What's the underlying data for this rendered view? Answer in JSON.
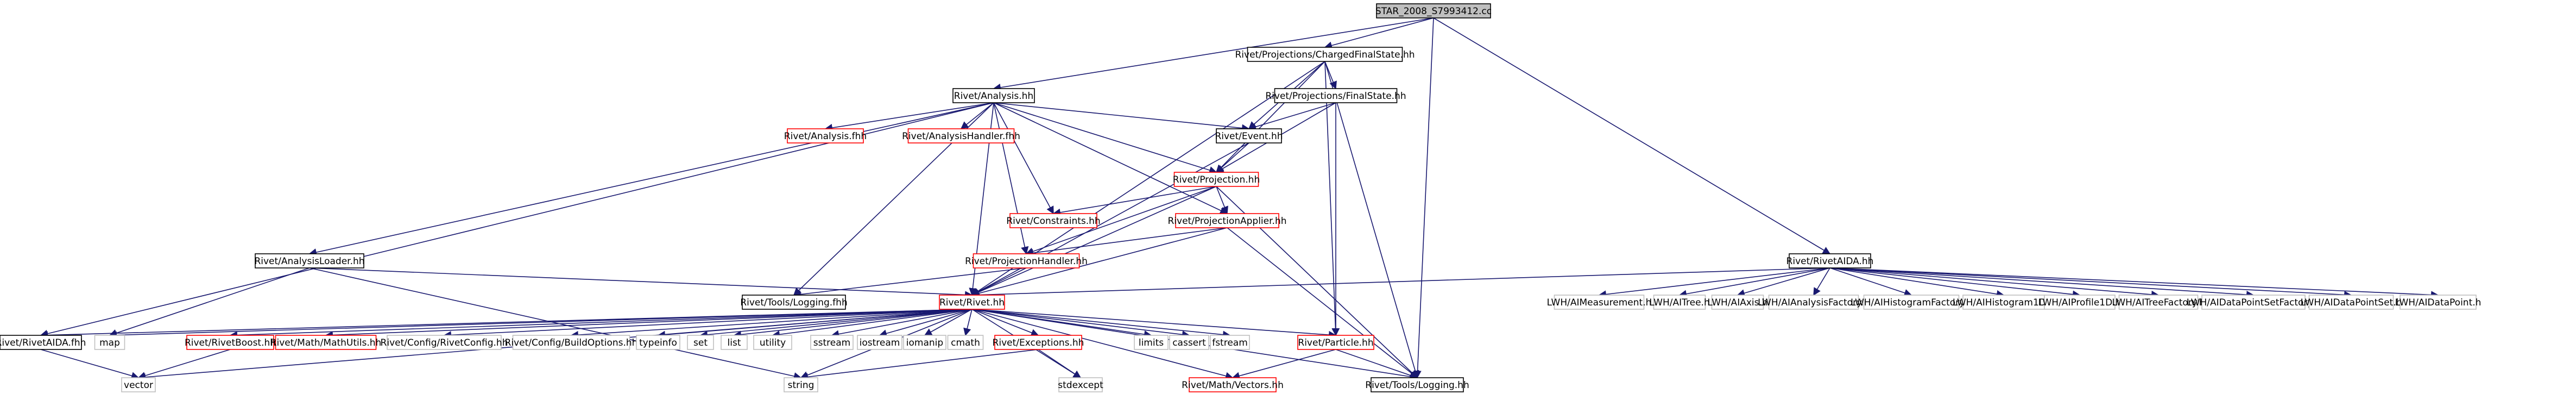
{
  "colors": {
    "edge": "#191970",
    "root_fill": "#bfbfbf",
    "node_border": "#000000",
    "red_border": "#ff0000",
    "ext_border": "#bfbfbf"
  },
  "nodes": [
    {
      "id": "root",
      "label": "STAR_2008_S7993412.cc",
      "kind": "root"
    },
    {
      "id": "cfs",
      "label": "Rivet/Projections/ChargedFinalState.hh",
      "kind": "normal"
    },
    {
      "id": "analysis",
      "label": "Rivet/Analysis.hh",
      "kind": "normal"
    },
    {
      "id": "fs",
      "label": "Rivet/Projections/FinalState.hh",
      "kind": "normal"
    },
    {
      "id": "ranalysis",
      "label": "Rivet/Analysis.fhh",
      "kind": "red"
    },
    {
      "id": "ahandler",
      "label": "Rivet/AnalysisHandler.fhh",
      "kind": "red"
    },
    {
      "id": "event",
      "label": "Rivet/Event.hh",
      "kind": "normal"
    },
    {
      "id": "proj",
      "label": "Rivet/Projection.hh",
      "kind": "red"
    },
    {
      "id": "constraints",
      "label": "Rivet/Constraints.hh",
      "kind": "red"
    },
    {
      "id": "papplier",
      "label": "Rivet/ProjectionApplier.hh",
      "kind": "red"
    },
    {
      "id": "phandler",
      "label": "Rivet/ProjectionHandler.hh",
      "kind": "red"
    },
    {
      "id": "aloader",
      "label": "Rivet/AnalysisLoader.hh",
      "kind": "normal"
    },
    {
      "id": "toolslogfhh",
      "label": "Rivet/Tools/Logging.fhh",
      "kind": "normal"
    },
    {
      "id": "rivet",
      "label": "Rivet/Rivet.hh",
      "kind": "red"
    },
    {
      "id": "rivetaidafhh",
      "label": "Rivet/RivetAIDA.fhh",
      "kind": "normal"
    },
    {
      "id": "map",
      "label": "map",
      "kind": "ext"
    },
    {
      "id": "boost",
      "label": "Rivet/RivetBoost.hh",
      "kind": "red"
    },
    {
      "id": "mathutils",
      "label": "Rivet/Math/MathUtils.hh",
      "kind": "red"
    },
    {
      "id": "rivetconfig",
      "label": "Rivet/Config/RivetConfig.hh",
      "kind": "ext"
    },
    {
      "id": "buildopts",
      "label": "Rivet/Config/BuildOptions.hh",
      "kind": "ext"
    },
    {
      "id": "typeinfo",
      "label": "typeinfo",
      "kind": "ext"
    },
    {
      "id": "set",
      "label": "set",
      "kind": "ext"
    },
    {
      "id": "list",
      "label": "list",
      "kind": "ext"
    },
    {
      "id": "utility",
      "label": "utility",
      "kind": "ext"
    },
    {
      "id": "sstream",
      "label": "sstream",
      "kind": "ext"
    },
    {
      "id": "iostream",
      "label": "iostream",
      "kind": "ext"
    },
    {
      "id": "iomanip",
      "label": "iomanip",
      "kind": "ext"
    },
    {
      "id": "cmath",
      "label": "cmath",
      "kind": "ext"
    },
    {
      "id": "exceptions",
      "label": "Rivet/Exceptions.hh",
      "kind": "red"
    },
    {
      "id": "limits",
      "label": "limits",
      "kind": "ext"
    },
    {
      "id": "cassert",
      "label": "cassert",
      "kind": "ext"
    },
    {
      "id": "fstream",
      "label": "fstream",
      "kind": "ext"
    },
    {
      "id": "particle",
      "label": "Rivet/Particle.hh",
      "kind": "red"
    },
    {
      "id": "vector",
      "label": "vector",
      "kind": "ext"
    },
    {
      "id": "string",
      "label": "string",
      "kind": "ext"
    },
    {
      "id": "stdexcept",
      "label": "stdexcept",
      "kind": "ext"
    },
    {
      "id": "mathvectors",
      "label": "Rivet/Math/Vectors.hh",
      "kind": "red"
    },
    {
      "id": "toolslog",
      "label": "Rivet/Tools/Logging.hh",
      "kind": "normal"
    },
    {
      "id": "rivetaida",
      "label": "Rivet/RivetAIDA.hh",
      "kind": "normal"
    },
    {
      "id": "imeas",
      "label": "LWH/AIMeasurement.h",
      "kind": "ext"
    },
    {
      "id": "itree",
      "label": "LWH/AITree.h",
      "kind": "ext"
    },
    {
      "id": "iaxis",
      "label": "LWH/AIAxis.h",
      "kind": "ext"
    },
    {
      "id": "ianfac",
      "label": "LWH/AIAnalysisFactory.h",
      "kind": "ext"
    },
    {
      "id": "ihistfac",
      "label": "LWH/AIHistogramFactory.h",
      "kind": "ext"
    },
    {
      "id": "ihist1d",
      "label": "LWH/AIHistogram1D.h",
      "kind": "ext"
    },
    {
      "id": "iprof1d",
      "label": "LWH/AIProfile1D.h",
      "kind": "ext"
    },
    {
      "id": "itreefac",
      "label": "LWH/AITreeFactory.h",
      "kind": "ext"
    },
    {
      "id": "idpsfac",
      "label": "LWH/AIDataPointSetFactory.h",
      "kind": "ext"
    },
    {
      "id": "idps",
      "label": "LWH/AIDataPointSet.h",
      "kind": "ext"
    },
    {
      "id": "idp",
      "label": "LWH/AIDataPoint.h",
      "kind": "ext"
    }
  ],
  "edges": [
    [
      "root",
      "cfs"
    ],
    [
      "root",
      "analysis"
    ],
    [
      "root",
      "rivetaida"
    ],
    [
      "root",
      "toolslog"
    ],
    [
      "cfs",
      "fs"
    ],
    [
      "cfs",
      "event"
    ],
    [
      "cfs",
      "proj"
    ],
    [
      "cfs",
      "rivet"
    ],
    [
      "cfs",
      "particle"
    ],
    [
      "cfs",
      "toolslog"
    ],
    [
      "analysis",
      "ranalysis"
    ],
    [
      "analysis",
      "ahandler"
    ],
    [
      "analysis",
      "event"
    ],
    [
      "analysis",
      "proj"
    ],
    [
      "analysis",
      "constraints"
    ],
    [
      "analysis",
      "papplier"
    ],
    [
      "analysis",
      "phandler"
    ],
    [
      "analysis",
      "aloader"
    ],
    [
      "analysis",
      "toolslogfhh"
    ],
    [
      "analysis",
      "rivet"
    ],
    [
      "analysis",
      "rivetaidafhh"
    ],
    [
      "fs",
      "event"
    ],
    [
      "fs",
      "proj"
    ],
    [
      "fs",
      "particle"
    ],
    [
      "event",
      "proj"
    ],
    [
      "event",
      "rivet"
    ],
    [
      "proj",
      "constraints"
    ],
    [
      "proj",
      "papplier"
    ],
    [
      "proj",
      "phandler"
    ],
    [
      "proj",
      "rivet"
    ],
    [
      "proj",
      "toolslog"
    ],
    [
      "papplier",
      "phandler"
    ],
    [
      "papplier",
      "rivet"
    ],
    [
      "papplier",
      "toolslog"
    ],
    [
      "phandler",
      "toolslogfhh"
    ],
    [
      "phandler",
      "rivet"
    ],
    [
      "aloader",
      "rivet"
    ],
    [
      "aloader",
      "map"
    ],
    [
      "aloader",
      "string"
    ],
    [
      "rivet",
      "rivetaidafhh"
    ],
    [
      "rivet",
      "map"
    ],
    [
      "rivet",
      "boost"
    ],
    [
      "rivet",
      "mathutils"
    ],
    [
      "rivet",
      "rivetconfig"
    ],
    [
      "rivet",
      "buildopts"
    ],
    [
      "rivet",
      "typeinfo"
    ],
    [
      "rivet",
      "set"
    ],
    [
      "rivet",
      "list"
    ],
    [
      "rivet",
      "utility"
    ],
    [
      "rivet",
      "sstream"
    ],
    [
      "rivet",
      "iostream"
    ],
    [
      "rivet",
      "iomanip"
    ],
    [
      "rivet",
      "cmath"
    ],
    [
      "rivet",
      "exceptions"
    ],
    [
      "rivet",
      "limits"
    ],
    [
      "rivet",
      "cassert"
    ],
    [
      "rivet",
      "fstream"
    ],
    [
      "rivet",
      "particle"
    ],
    [
      "rivet",
      "vector"
    ],
    [
      "rivet",
      "string"
    ],
    [
      "rivet",
      "stdexcept"
    ],
    [
      "rivet",
      "mathvectors"
    ],
    [
      "rivet",
      "toolslog"
    ],
    [
      "rivetaidafhh",
      "vector"
    ],
    [
      "boost",
      "vector"
    ],
    [
      "exceptions",
      "string"
    ],
    [
      "exceptions",
      "stdexcept"
    ],
    [
      "particle",
      "mathvectors"
    ],
    [
      "particle",
      "toolslog"
    ],
    [
      "rivetaida",
      "rivet"
    ],
    [
      "rivetaida",
      "imeas"
    ],
    [
      "rivetaida",
      "itree"
    ],
    [
      "rivetaida",
      "iaxis"
    ],
    [
      "rivetaida",
      "ianfac"
    ],
    [
      "rivetaida",
      "ihistfac"
    ],
    [
      "rivetaida",
      "ihist1d"
    ],
    [
      "rivetaida",
      "iprof1d"
    ],
    [
      "rivetaida",
      "itreefac"
    ],
    [
      "rivetaida",
      "idpsfac"
    ],
    [
      "rivetaida",
      "idps"
    ],
    [
      "rivetaida",
      "idp"
    ]
  ]
}
